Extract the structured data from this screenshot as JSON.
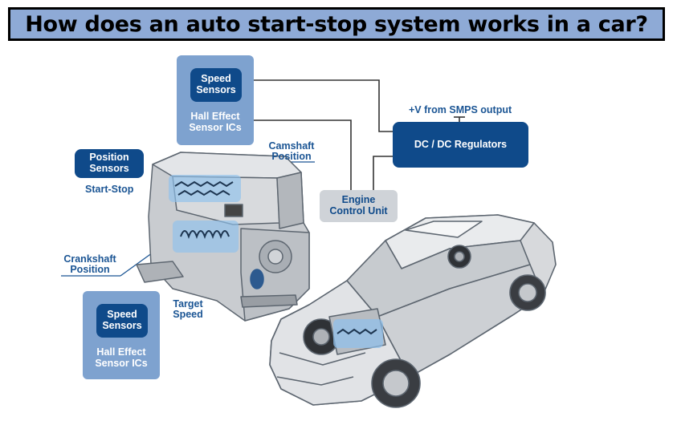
{
  "title": "How does an auto start-stop system works in a car?",
  "top_sensor_group": {
    "box_label": "Speed\nSensors",
    "subtext": "Hall Effect\nSensor ICs"
  },
  "bottom_sensor_group": {
    "box_label": "Speed\nSensors",
    "subtext": "Hall Effect\nSensor ICs"
  },
  "position_sensors": "Position\nSensors",
  "start_stop_label": "Start-Stop",
  "camshaft_label": "Camshaft\nPosition",
  "crankshaft_label": "Crankshaft\nPosition",
  "target_speed_label": "Target\nSpeed",
  "ecu_label": "Engine\nControl Unit",
  "dcdc_label": "DC / DC Regulators",
  "smps_label": "+V from SMPS output",
  "colors": {
    "dark_blue": "#0f4a8a",
    "light_blue": "#7ea2cf",
    "title_bg": "#8eaad6",
    "ecu_grey": "#cfd3d8"
  }
}
